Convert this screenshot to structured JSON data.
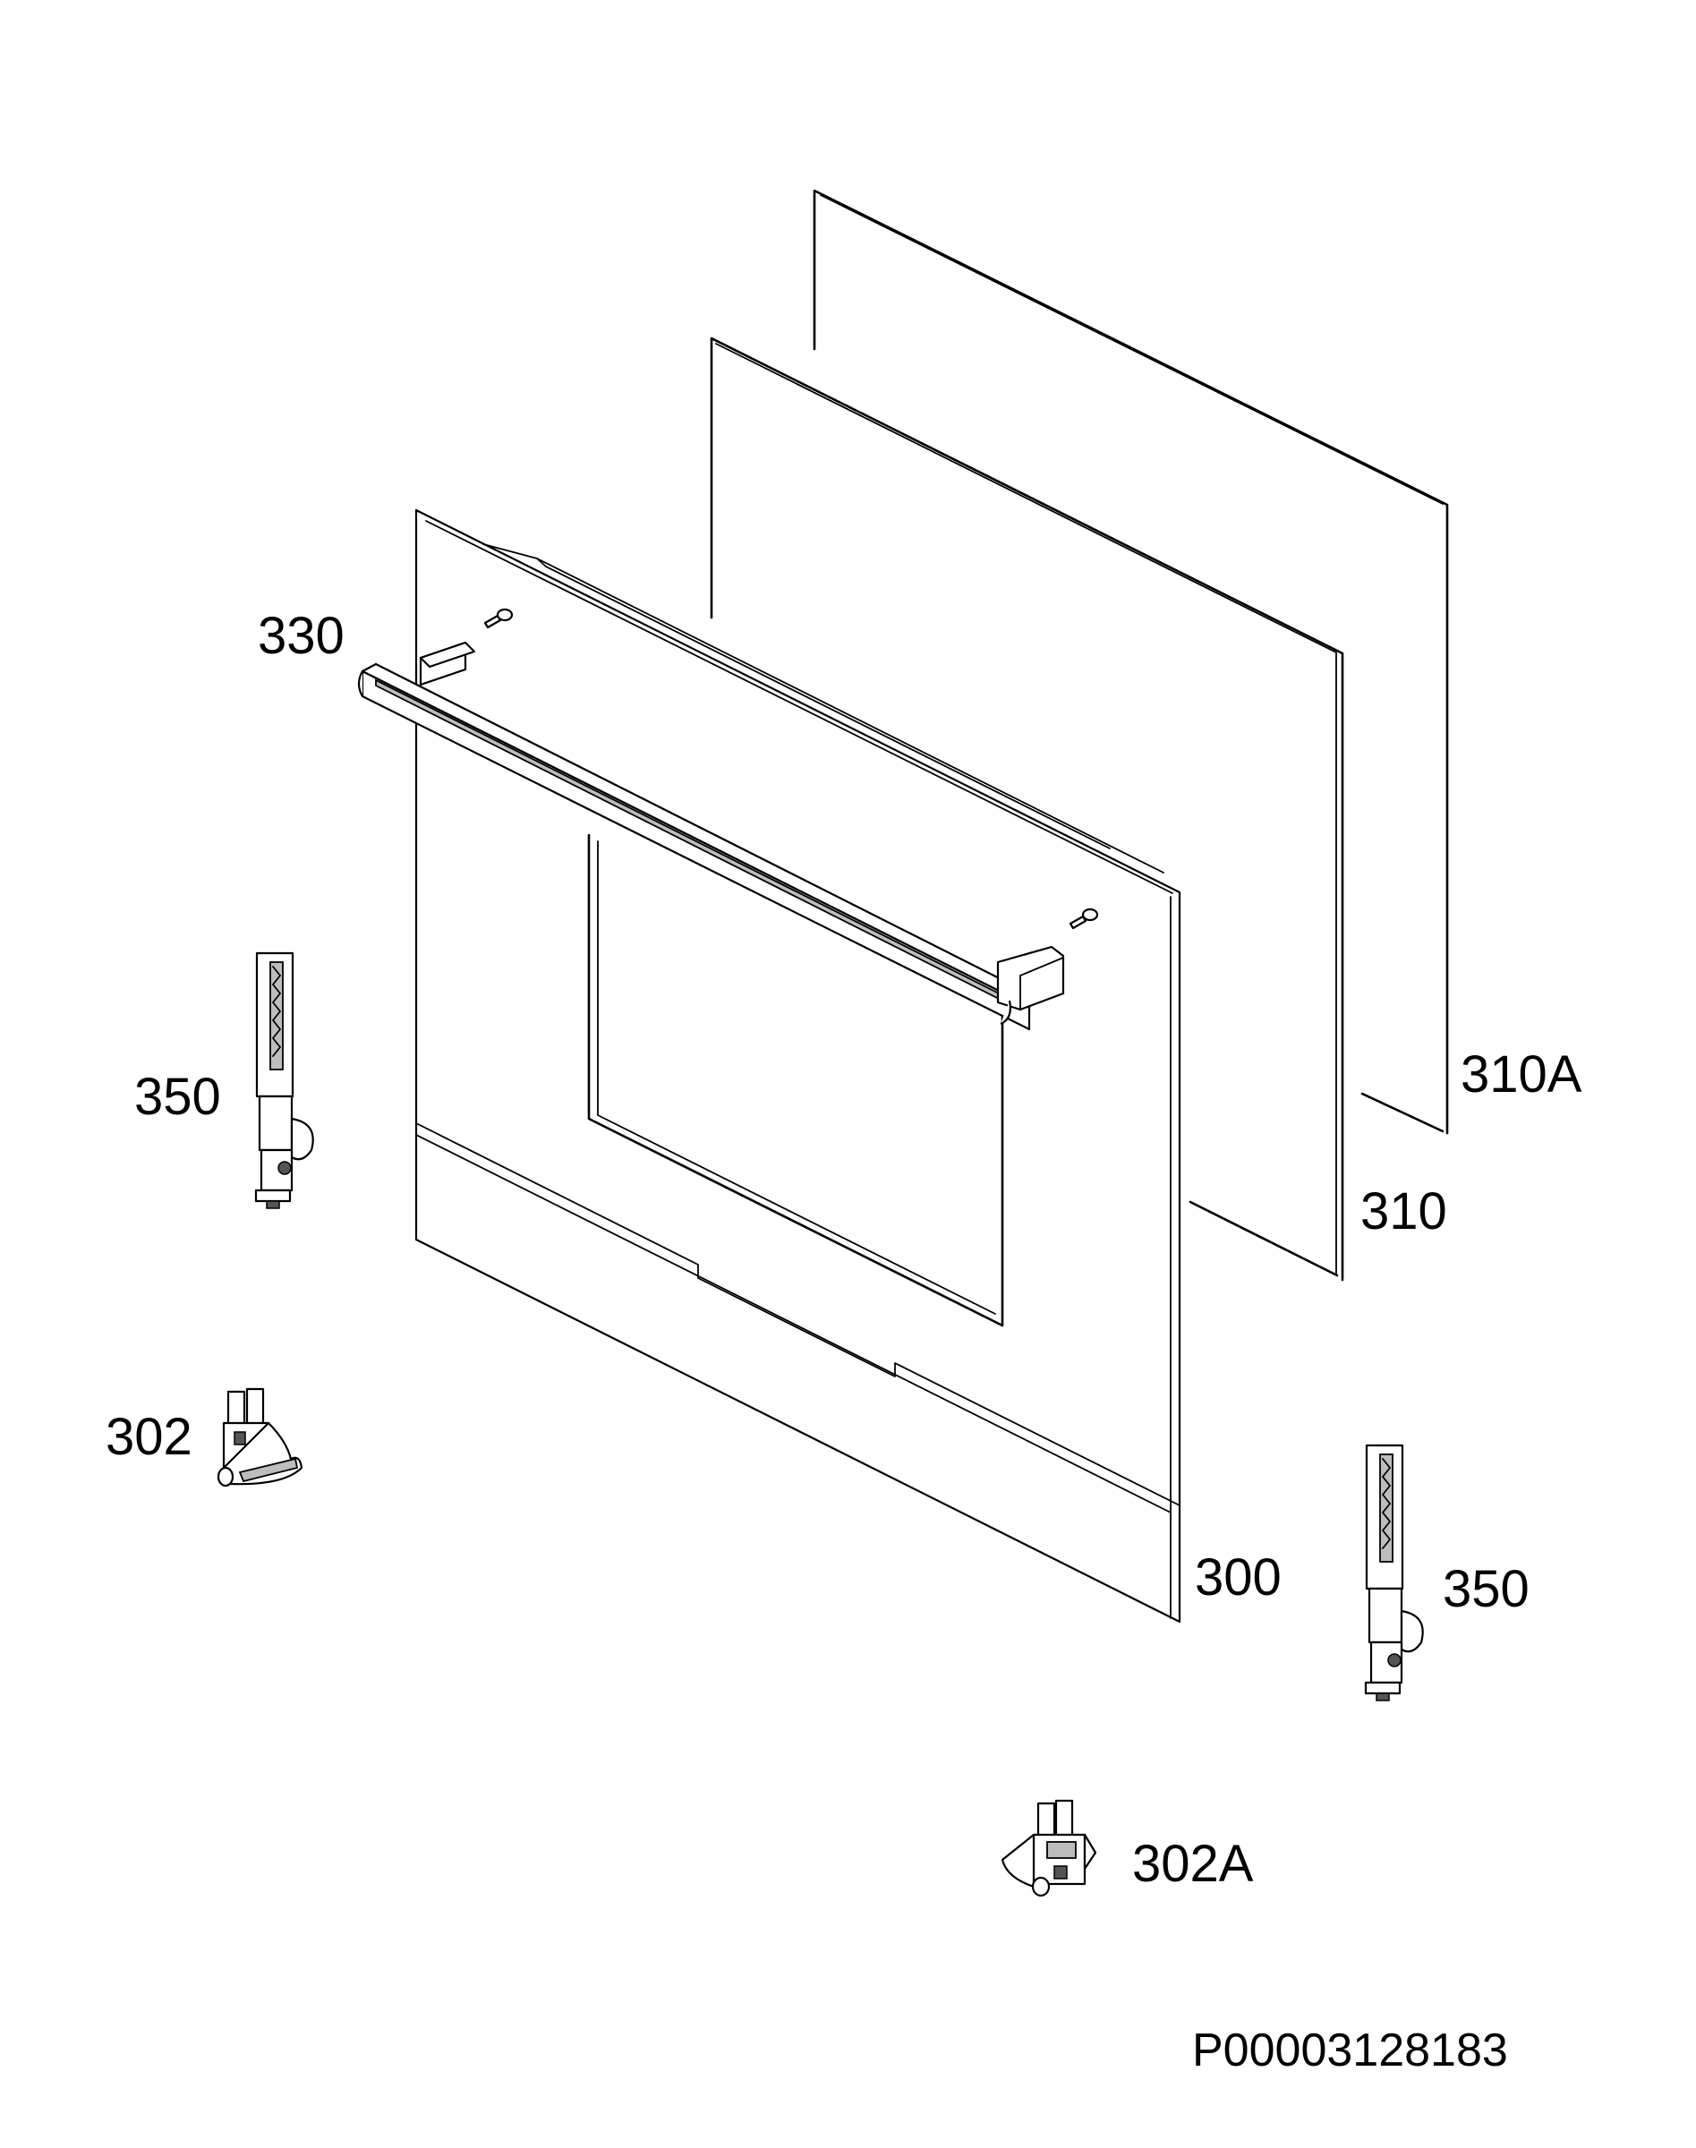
{
  "labels": {
    "p310a": "310A",
    "p310": "310",
    "p330": "330",
    "p300": "300",
    "p350_left": "350",
    "p350_right": "350",
    "p302": "302",
    "p302a": "302A"
  },
  "drawing_code": "P00003128183"
}
